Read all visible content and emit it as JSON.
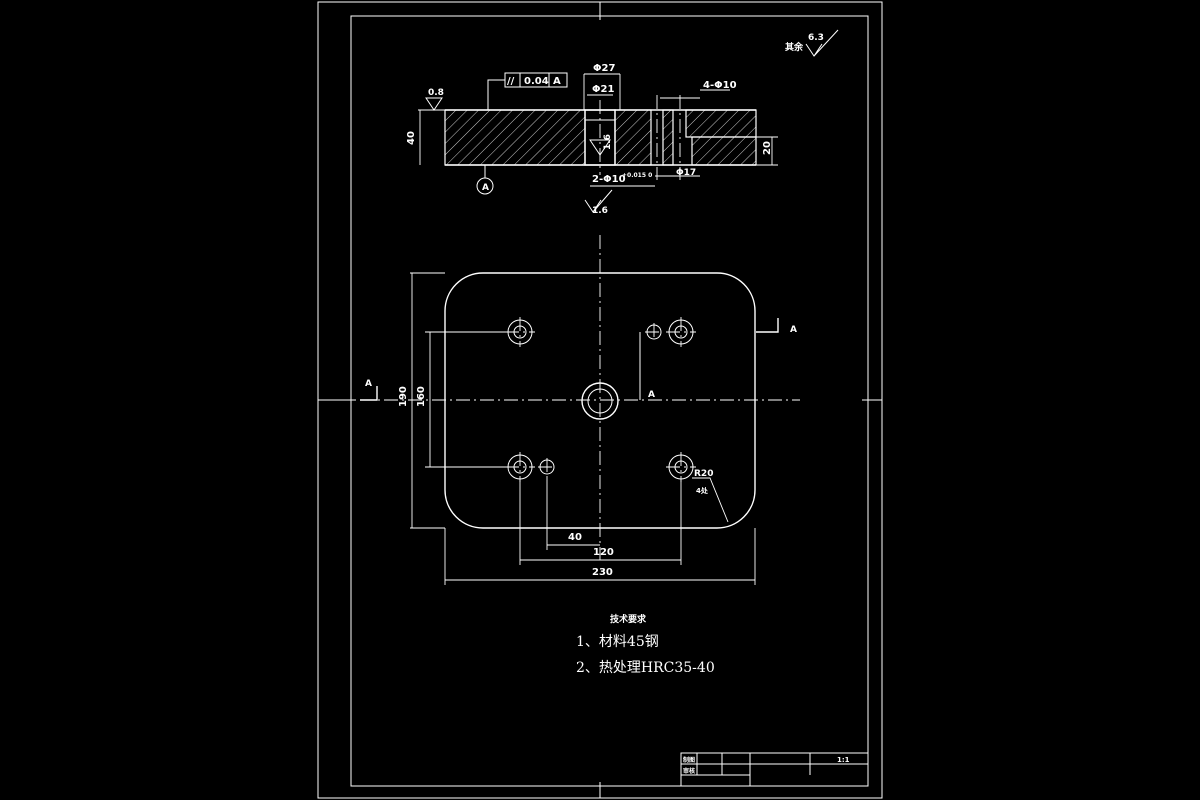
{
  "section_view": {
    "roughness_left": "0.8",
    "tolerance_symbol": "//",
    "tolerance_value": "0.04",
    "tolerance_datum": "A",
    "dim_phi27": "Φ27",
    "dim_phi21": "Φ21",
    "dim_4phi10": "4-Φ10",
    "dim_40": "40",
    "dim_20": "20",
    "dim_phi17": "Φ17",
    "dim_2phi10": "2-Φ10",
    "dim_2phi10_tol": "+0.015 0",
    "roughness_bottom": "1.6",
    "roughness_mid": "1.6",
    "datum_label": "A"
  },
  "top_right_roughness": {
    "label": "其余",
    "value": "6.3"
  },
  "plan_view": {
    "section_marker_left": "A",
    "section_marker_right": "A",
    "section_marker_mid": "A",
    "dim_height_outer": "190",
    "dim_height_inner": "160",
    "dim_40": "40",
    "dim_120": "120",
    "dim_230": "230",
    "dim_r20": "R20",
    "dim_r20_qty": "4处"
  },
  "tech_requirements": {
    "title": "技术要求",
    "items": [
      "1、材料45钢",
      "2、热处理HRC35-40"
    ]
  },
  "title_block": {
    "row1": "制图",
    "row2": "审核",
    "scale": "1:1"
  }
}
